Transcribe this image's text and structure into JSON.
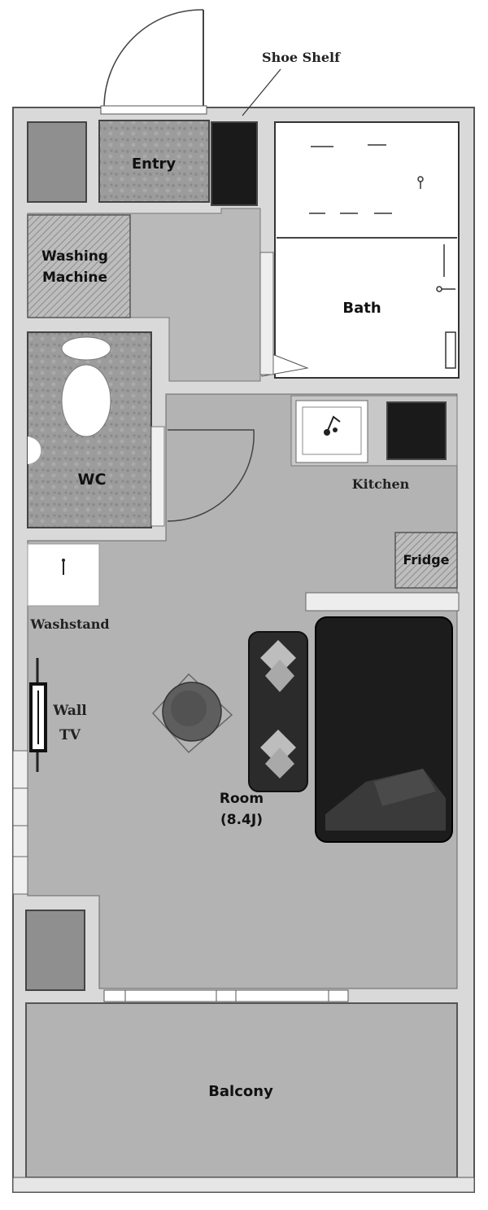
{
  "labels": {
    "entry": "Entry",
    "shoe_shelf": "Shoe Shelf",
    "washing_machine_line1": "Washing",
    "washing_machine_line2": "Machine",
    "bath": "Bath",
    "wc": "WC",
    "kitchen": "Kitchen",
    "fridge": "Fridge",
    "washstand": "Washstand",
    "wall_tv_line1": "Wall",
    "wall_tv_line2": "TV",
    "room_line1": "Room",
    "room_line2": "(8.4J)",
    "balcony": "Balcony"
  },
  "colors": {
    "wall": "#d9d9d9",
    "outline": "#555555",
    "floor": "#b4b4b4",
    "tile": "#9e9e9e",
    "dark": "#1a1a1a",
    "white": "#ffffff"
  }
}
